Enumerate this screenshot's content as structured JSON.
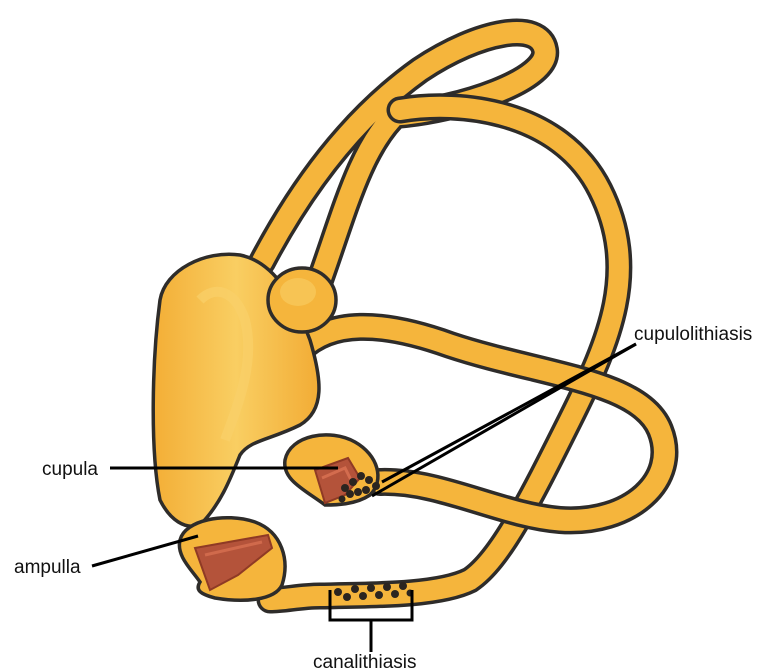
{
  "labels": {
    "cupulolithiasis": "cupulolithiasis",
    "cupula": "cupula",
    "ampulla": "ampulla",
    "canalithiasis": "canalithiasis"
  },
  "colors": {
    "canal_fill": "#F5B53C",
    "canal_highlight": "#F8CB5E",
    "outline": "#2E2C2A",
    "ampulla_red": "#B4533A",
    "ampulla_red_dark": "#8F3A25",
    "particle": "#2B2520",
    "leader": "#000000"
  }
}
